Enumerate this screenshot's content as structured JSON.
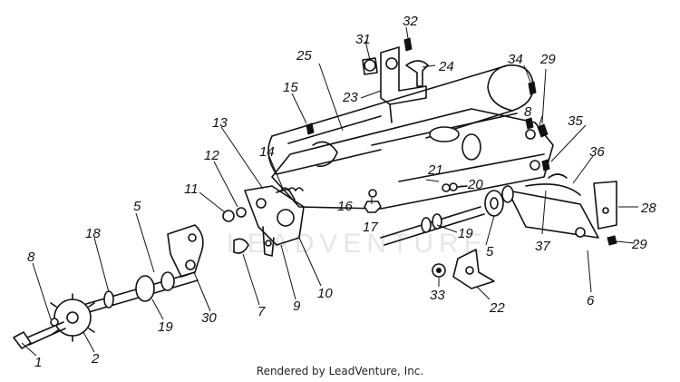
{
  "watermark": "LEADVENTURE",
  "credit": "Rendered by LeadVenture, Inc.",
  "callouts": {
    "c1": "1",
    "c2": "2",
    "c5a": "5",
    "c5b": "5",
    "c6": "6",
    "c7": "7",
    "c8a": "8",
    "c8b": "8",
    "c9": "9",
    "c10": "10",
    "c11": "11",
    "c12": "12",
    "c13": "13",
    "c14": "14",
    "c15": "15",
    "c16": "16",
    "c17": "17",
    "c18": "18",
    "c19a": "19",
    "c19b": "19",
    "c20": "20",
    "c21": "21",
    "c22": "22",
    "c23": "23",
    "c24": "24",
    "c25": "25",
    "c28": "28",
    "c29a": "29",
    "c29b": "29",
    "c30": "30",
    "c31": "31",
    "c32": "32",
    "c33": "33",
    "c34": "34",
    "c35": "35",
    "c36": "36",
    "c37": "37"
  }
}
